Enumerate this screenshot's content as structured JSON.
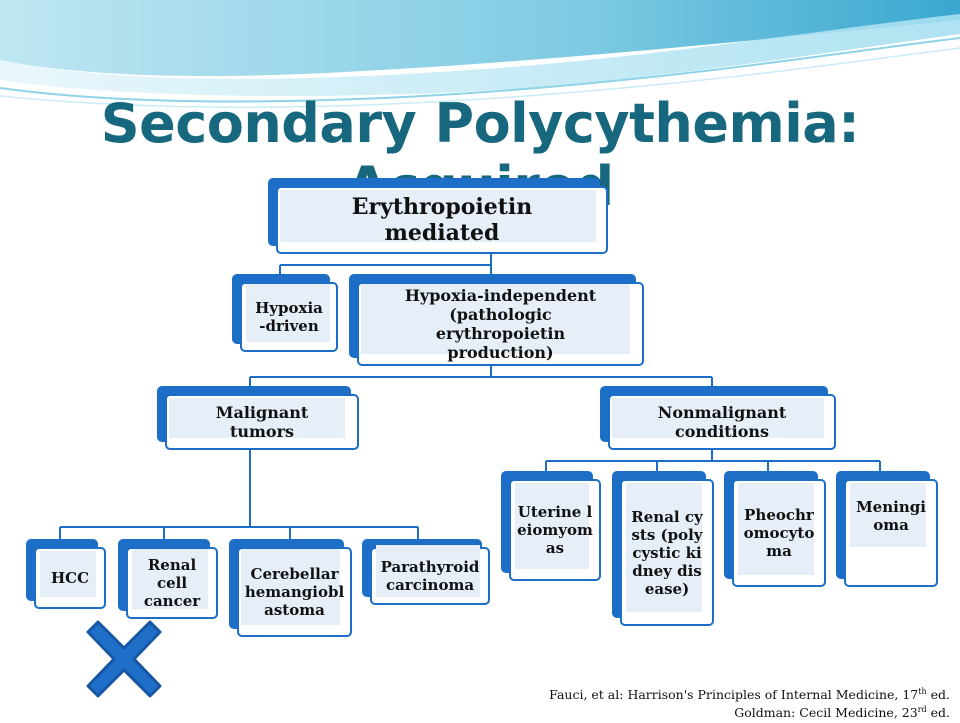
{
  "slide": {
    "title": "Secondary Polycythemia: Acquired",
    "colors": {
      "title": "#17687e",
      "box_border": "#1c6ec7",
      "box_fill": "#e6eef8",
      "x_mark": "#1f6fc8"
    }
  },
  "diagram": {
    "root": "Erythropoietin mediated",
    "level1": {
      "hypoxia": "Hypoxia-driven",
      "independent": "Hypoxia-independent (pathologic erythropoietin production)"
    },
    "level2": {
      "malignant": "Malignant tumors",
      "nonmalignant": "Nonmalignant conditions"
    },
    "malignant_items": {
      "hcc": "HCC",
      "renal_cell": "Renal cell cancer",
      "cerebellar": "Cerebellar hemangioblastoma",
      "parathyroid": "Parathyroid carcinoma"
    },
    "nonmalignant_items": {
      "uterine": "Uterine leiomyomas",
      "renal_cysts": "Renal cysts (polycystic kidney disease)",
      "pheo": "Pheochromocytoma",
      "meningioma": "Meningioma"
    },
    "marker_icon": "x-mark-icon"
  },
  "references": {
    "line1_main": "Fauci, et al: Harrison's Principles of Internal Medicine, 17",
    "line1_sup": "th",
    "line1_end": " ed.",
    "line2_main": "Goldman: Cecil Medicine, 23",
    "line2_sup": "rd",
    "line2_end": " ed."
  }
}
